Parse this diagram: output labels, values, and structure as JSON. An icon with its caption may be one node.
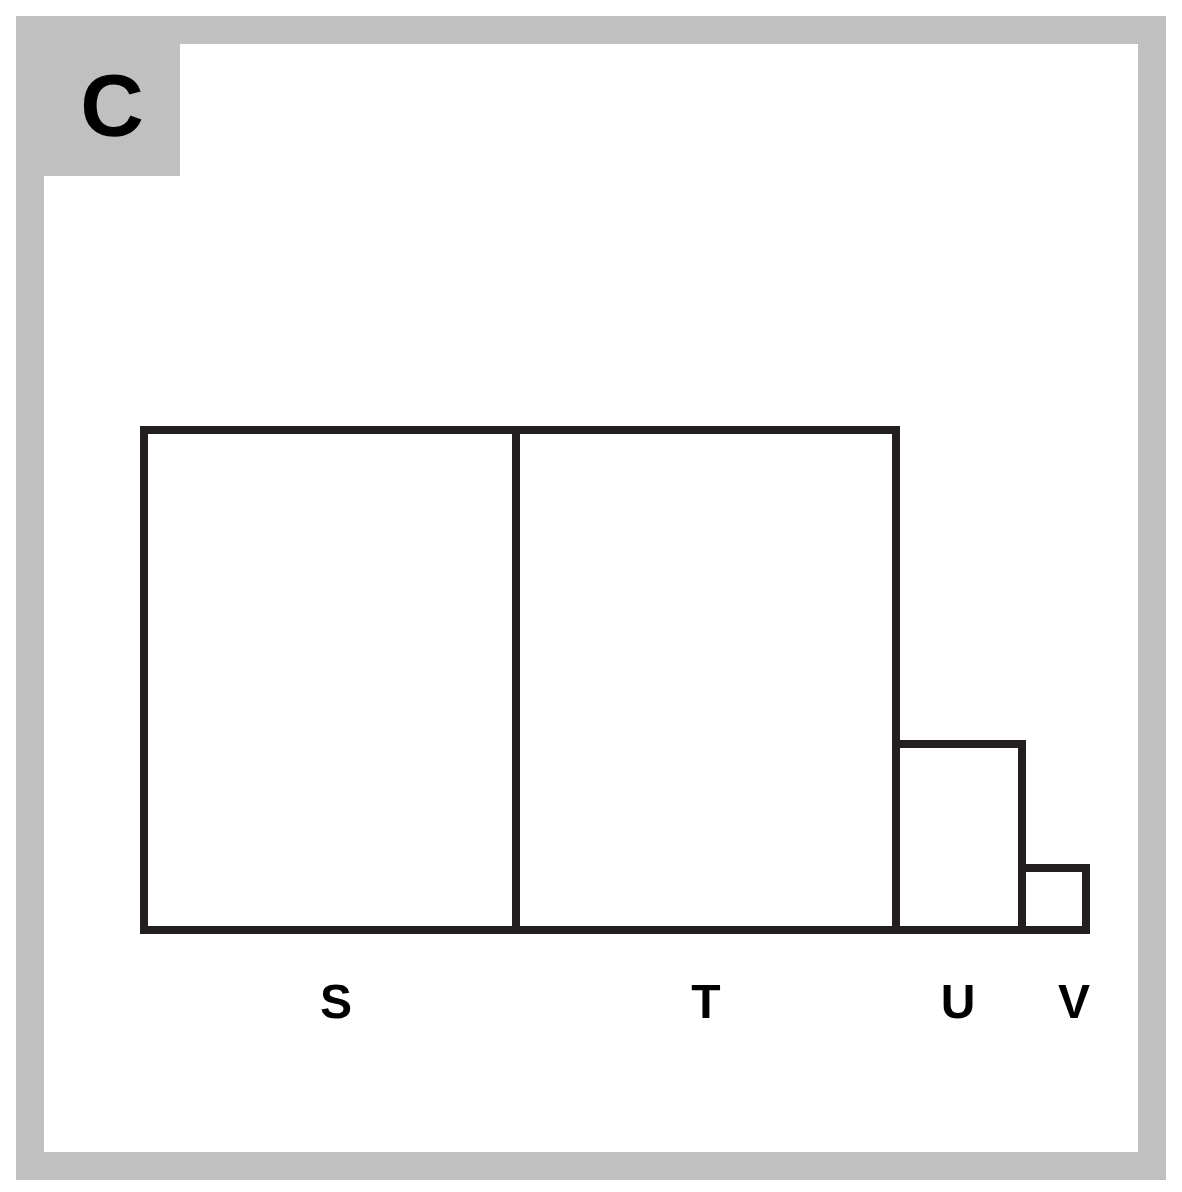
{
  "diagram": {
    "title": "C",
    "nodes": [
      {
        "text": [],
        "shape": "box",
        "beside": [
          "S"
        ]
      },
      {
        "text": [],
        "shape": "box",
        "beside": [
          "T"
        ]
      },
      {
        "text": [],
        "shape": "box",
        "beside": [
          "U"
        ]
      },
      {
        "text": [],
        "shape": "box",
        "beside": [
          "V"
        ]
      }
    ]
  }
}
